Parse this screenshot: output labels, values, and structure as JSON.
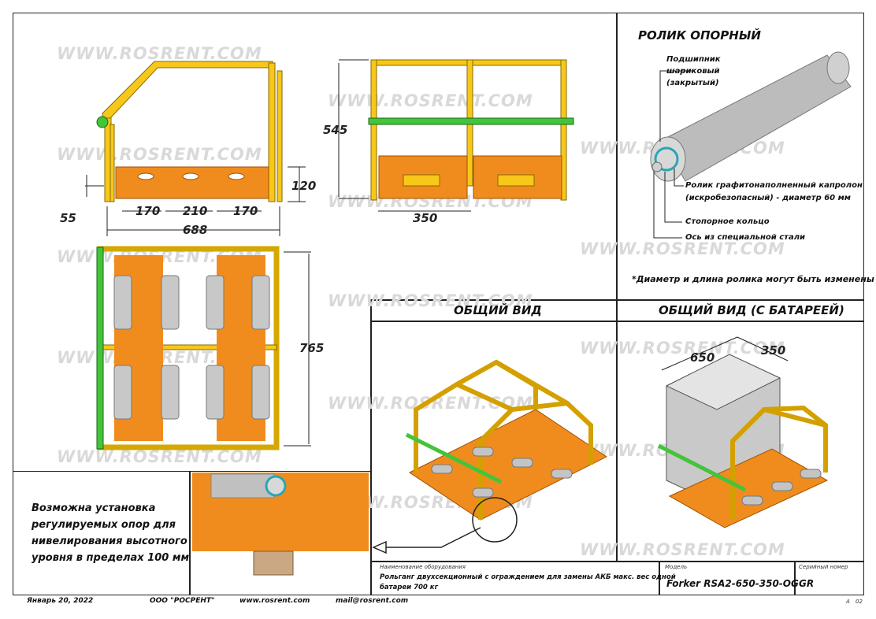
{
  "watermark": "WWW.ROSRENT.COM",
  "dimensions": {
    "side_55": "55",
    "side_120": "120",
    "side_170a": "170",
    "side_210": "210",
    "side_170b": "170",
    "side_688": "688",
    "front_545": "545",
    "front_350": "350",
    "top_765": "765",
    "iso_650": "650",
    "iso_350": "350"
  },
  "roller": {
    "title": "РОЛИК ОПОРНЫЙ",
    "bearing_l1": "Подшипник",
    "bearing_l2": "шариковый",
    "bearing_l3": "(закрытый)",
    "roller_l1": "Ролик графитонаполненный капролон",
    "roller_l2": "(искробезопасный) - диаметр 60 мм",
    "ring": "Стопорное кольцо",
    "axis": "Ось из специальной стали",
    "note": "*Диаметр и длина ролика могут быть изменены"
  },
  "views": {
    "general": "ОБЩИЙ ВИД",
    "general_battery": "ОБЩИЙ ВИД (С БАТАРЕЕЙ)"
  },
  "note_box": {
    "l1": "Возможна установка",
    "l2": "регулируемых опор для",
    "l3": "нивелирования высотного",
    "l4": "уровня в пределах 100 мм"
  },
  "title_block": {
    "equipment_label": "Наименование оборудования",
    "equipment_l1": "Рольганг двухсекционный с ограждением  для замены АКБ макс. вес одной",
    "equipment_l2": "батареи 700 кг",
    "model_label": "Модель",
    "model": "Forker RSA2-650-350-OG",
    "serial_label": "Серийный номер",
    "serial": "GR",
    "sheet_a": "А",
    "sheet_num": "02"
  },
  "footer": {
    "date": "Январь 20, 2022",
    "company": "ООО \"РОСРЕНТ\"",
    "web": "www.rosrent.com",
    "mail": "mail@rosrent.com"
  },
  "colors": {
    "orange": "#f08c1e",
    "yellow": "#f7c81a",
    "green": "#43c43a",
    "roller": "#b8b8b8"
  }
}
